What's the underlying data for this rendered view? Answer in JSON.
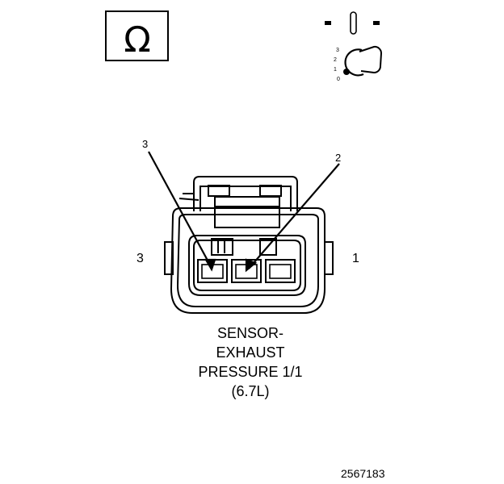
{
  "symbols": {
    "meter_symbol": "Ω",
    "meter_icon": "ohmmeter-icon",
    "ignition_icon": "ignition-key-off-icon",
    "ignition_positions": [
      "3",
      "2",
      "1",
      "0"
    ]
  },
  "connector": {
    "cavity_side_left": "3",
    "cavity_side_right": "1",
    "probe_labels": [
      "3",
      "2"
    ]
  },
  "caption": {
    "line1": "SENSOR-",
    "line2": "EXHAUST",
    "line3": "PRESSURE 1/1",
    "line4": "(6.7L)"
  },
  "figure_number": "2567183"
}
